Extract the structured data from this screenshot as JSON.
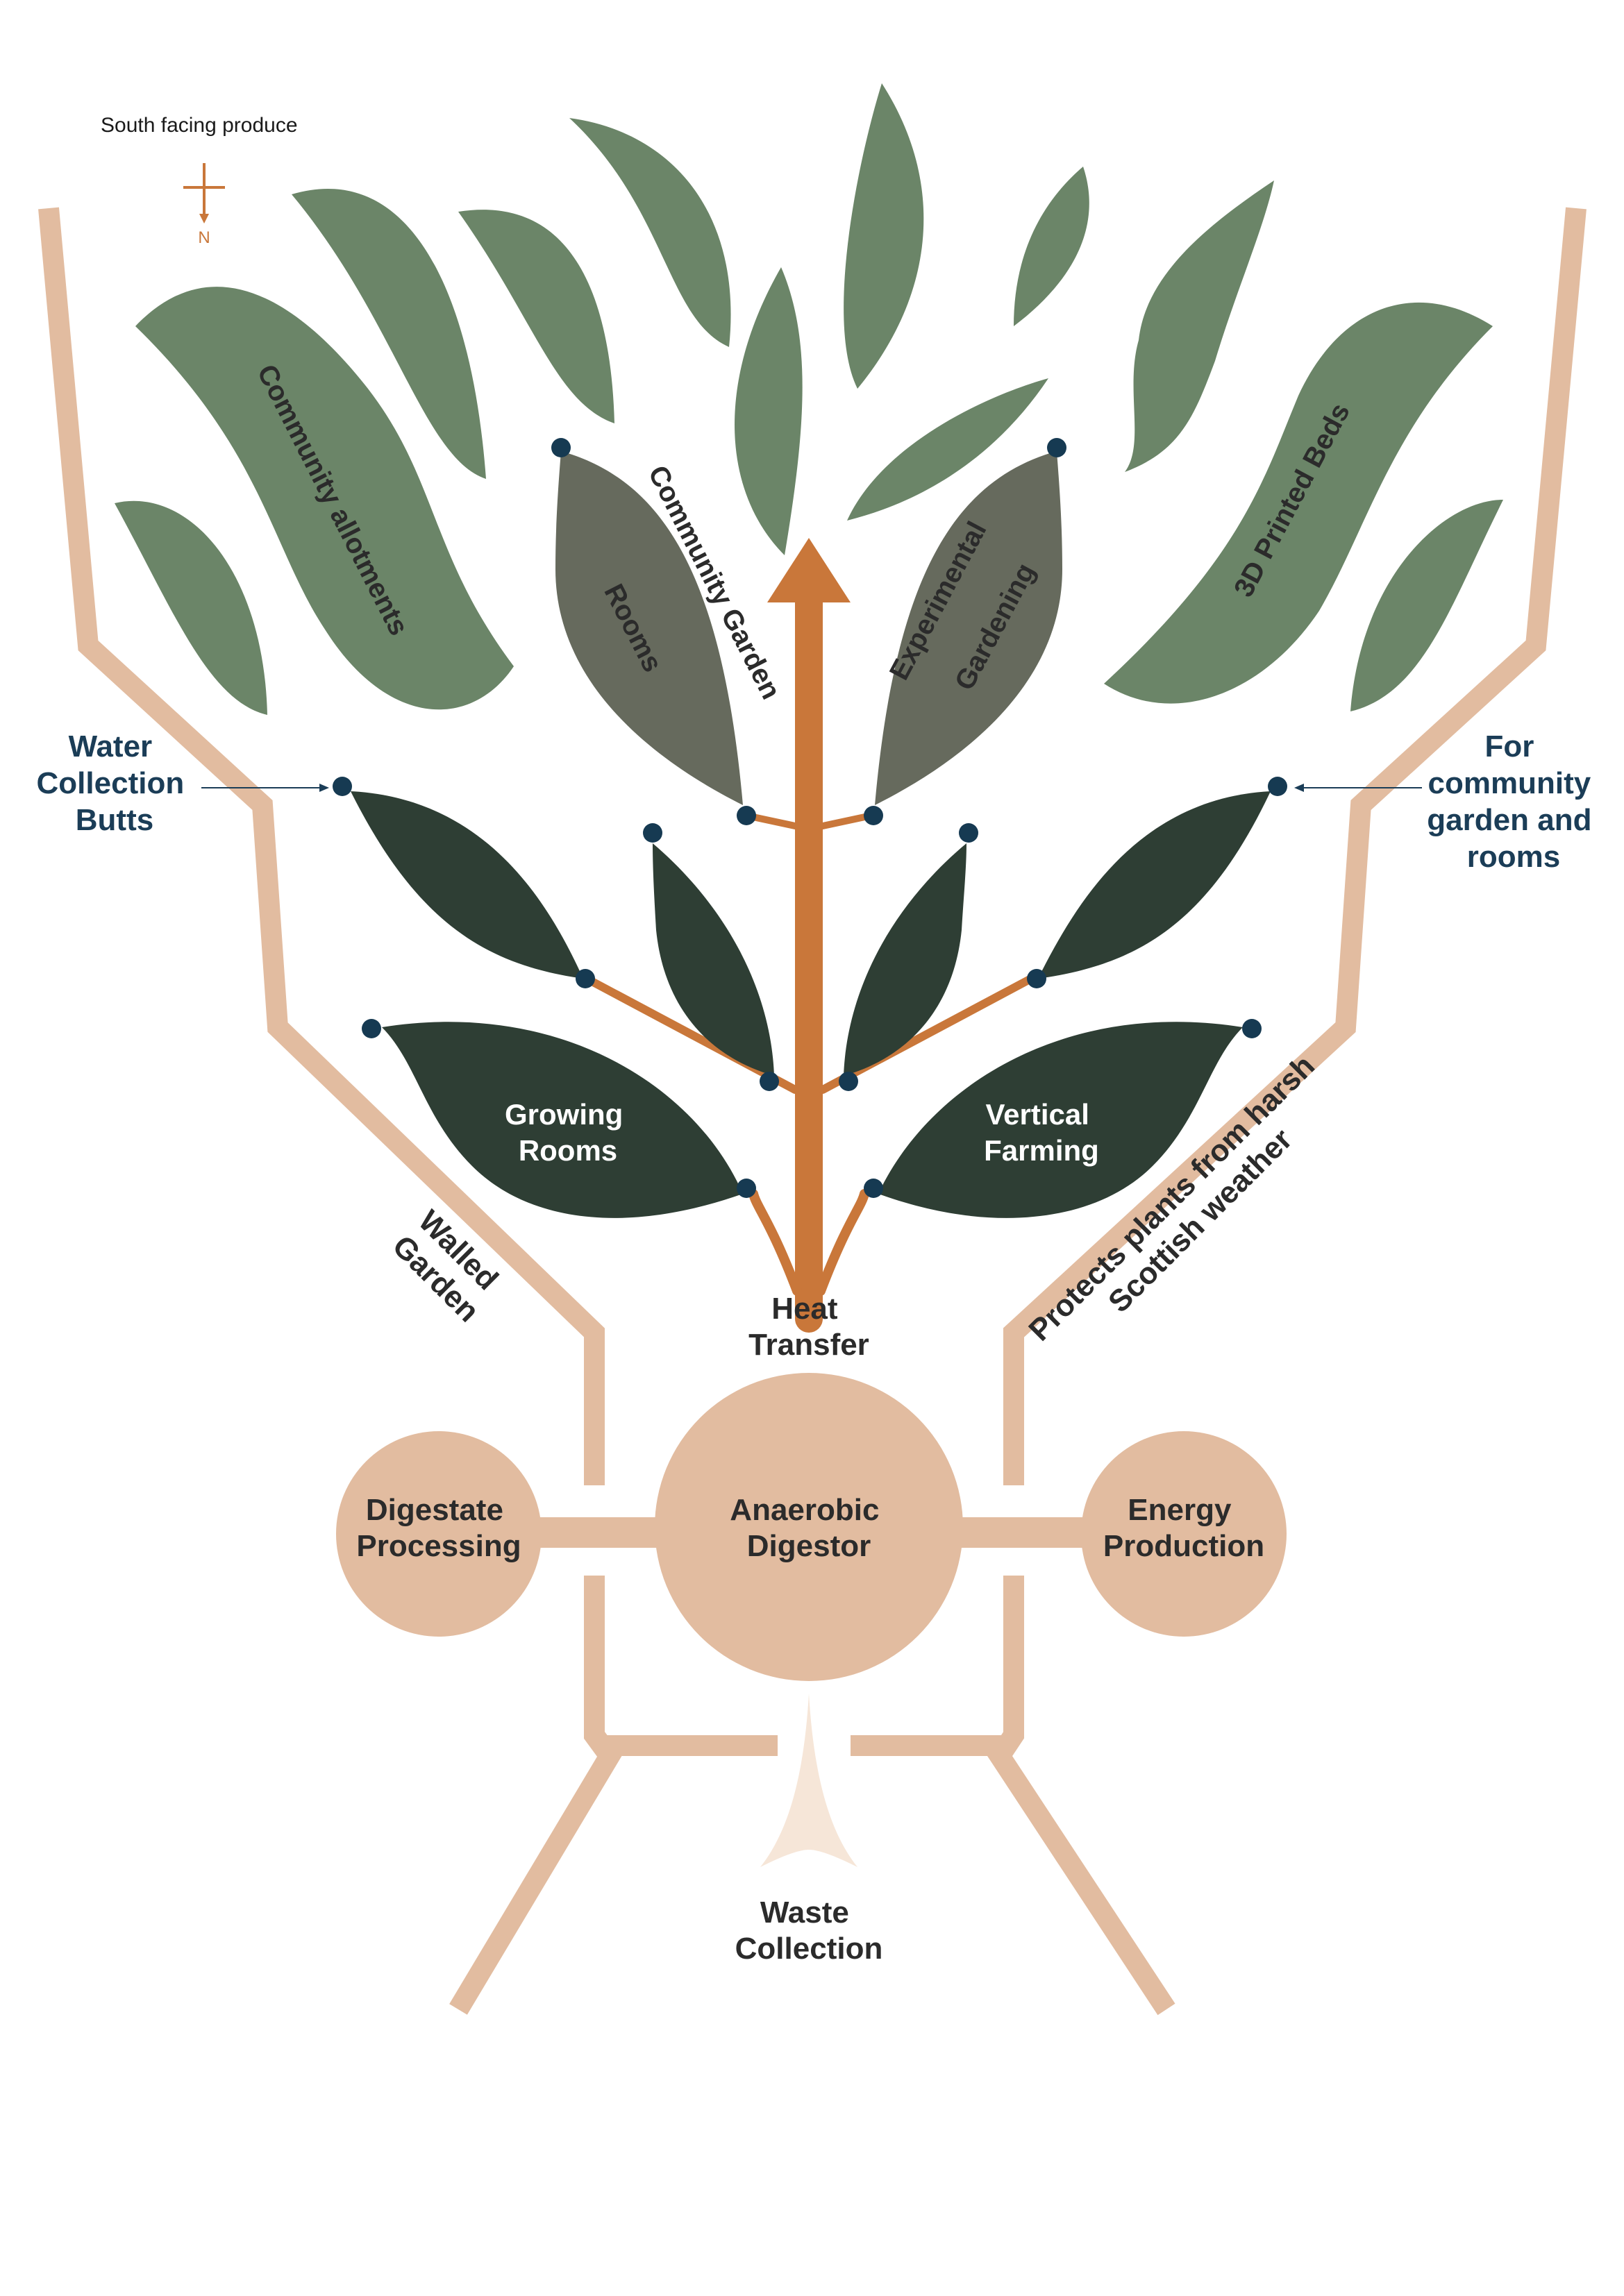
{
  "compass": {
    "caption": "South facing produce",
    "direction": "N"
  },
  "labels": {
    "water_collection": [
      "Water",
      "Collection",
      "Butts"
    ],
    "community_garden_note": [
      "For",
      "community",
      "garden and",
      "rooms"
    ],
    "walled_garden": [
      "Walled",
      "Garden"
    ],
    "protects_plants": [
      "Protects plants from harsh",
      "Scottish weather"
    ],
    "heat_transfer": [
      "Heat",
      "Transfer"
    ],
    "waste_collection": [
      "Waste",
      "Collection"
    ]
  },
  "leaves": {
    "community_allotments": "Community allotments",
    "printed_beds": "3D Printed Beds",
    "community_garden_rooms": [
      "Community Garden",
      "Rooms"
    ],
    "experimental_gardening": [
      "Experimental",
      "Gardening"
    ],
    "growing_rooms": [
      "Growing",
      "Rooms"
    ],
    "vertical_farming": [
      "Vertical",
      "Farming"
    ]
  },
  "nodes": {
    "anaerobic_digestor": [
      "Anaerobic",
      "Digestor"
    ],
    "digestate_processing": [
      "Digestate",
      "Processing"
    ],
    "energy_production": [
      "Energy",
      "Production"
    ]
  },
  "colors": {
    "wall": "#e2bca0",
    "stem": "#c9773a",
    "light_leaf": "#6b8568",
    "grey_leaf": "#666a5d",
    "dark_leaf": "#2e3e34",
    "dot": "#163a52",
    "label_blue": "#1b3d57"
  }
}
